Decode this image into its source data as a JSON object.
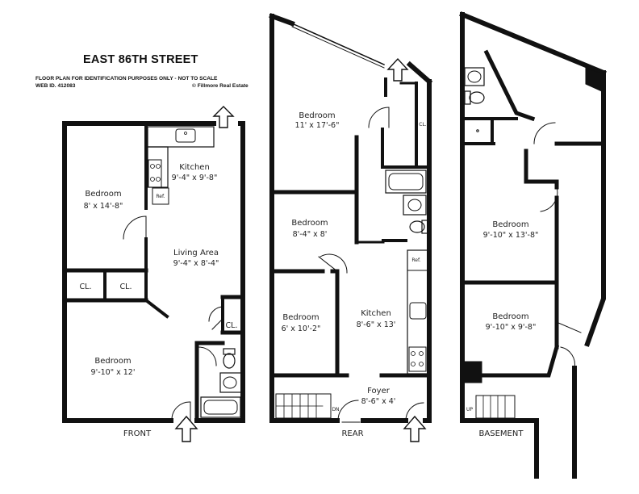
{
  "header": {
    "title": "EAST 86TH STREET",
    "subtitle": "FLOOR PLAN FOR IDENTIFICATION PURPOSES ONLY - NOT TO SCALE",
    "web_id": "WEB ID.  412083",
    "copyright": "© Fillmore Real Estate"
  },
  "front": {
    "caption": "FRONT",
    "bedroom1": {
      "name": "Bedroom",
      "dims": "8' x 14'-8\""
    },
    "kitchen": {
      "name": "Kitchen",
      "dims": "9'-4\" x 9'-8\""
    },
    "living": {
      "name": "Living Area",
      "dims": "9'-4\" x 8'-4\""
    },
    "bedroom2": {
      "name": "Bedroom",
      "dims": "9'-10\" x 12'"
    },
    "closet": "CL.",
    "ref": "Ref."
  },
  "rear": {
    "caption": "REAR",
    "bedroom1": {
      "name": "Bedroom",
      "dims": "11' x 17'-6\""
    },
    "bedroom2": {
      "name": "Bedroom",
      "dims": "8'-4\" x 8'"
    },
    "bedroom3": {
      "name": "Bedroom",
      "dims": "6' x 10'-2\""
    },
    "kitchen": {
      "name": "Kitchen",
      "dims": "8'-6\" x 13'"
    },
    "foyer": {
      "name": "Foyer",
      "dims": "8'-6\" x 4'"
    },
    "closet": "CL.",
    "ref": "Ref.",
    "down": "DN"
  },
  "basement": {
    "caption": "BASEMENT",
    "bedroom1": {
      "name": "Bedroom",
      "dims": "9'-10\" x 13'-8\""
    },
    "bedroom2": {
      "name": "Bedroom",
      "dims": "9'-10\" x 9'-8\""
    },
    "up": "UP"
  }
}
